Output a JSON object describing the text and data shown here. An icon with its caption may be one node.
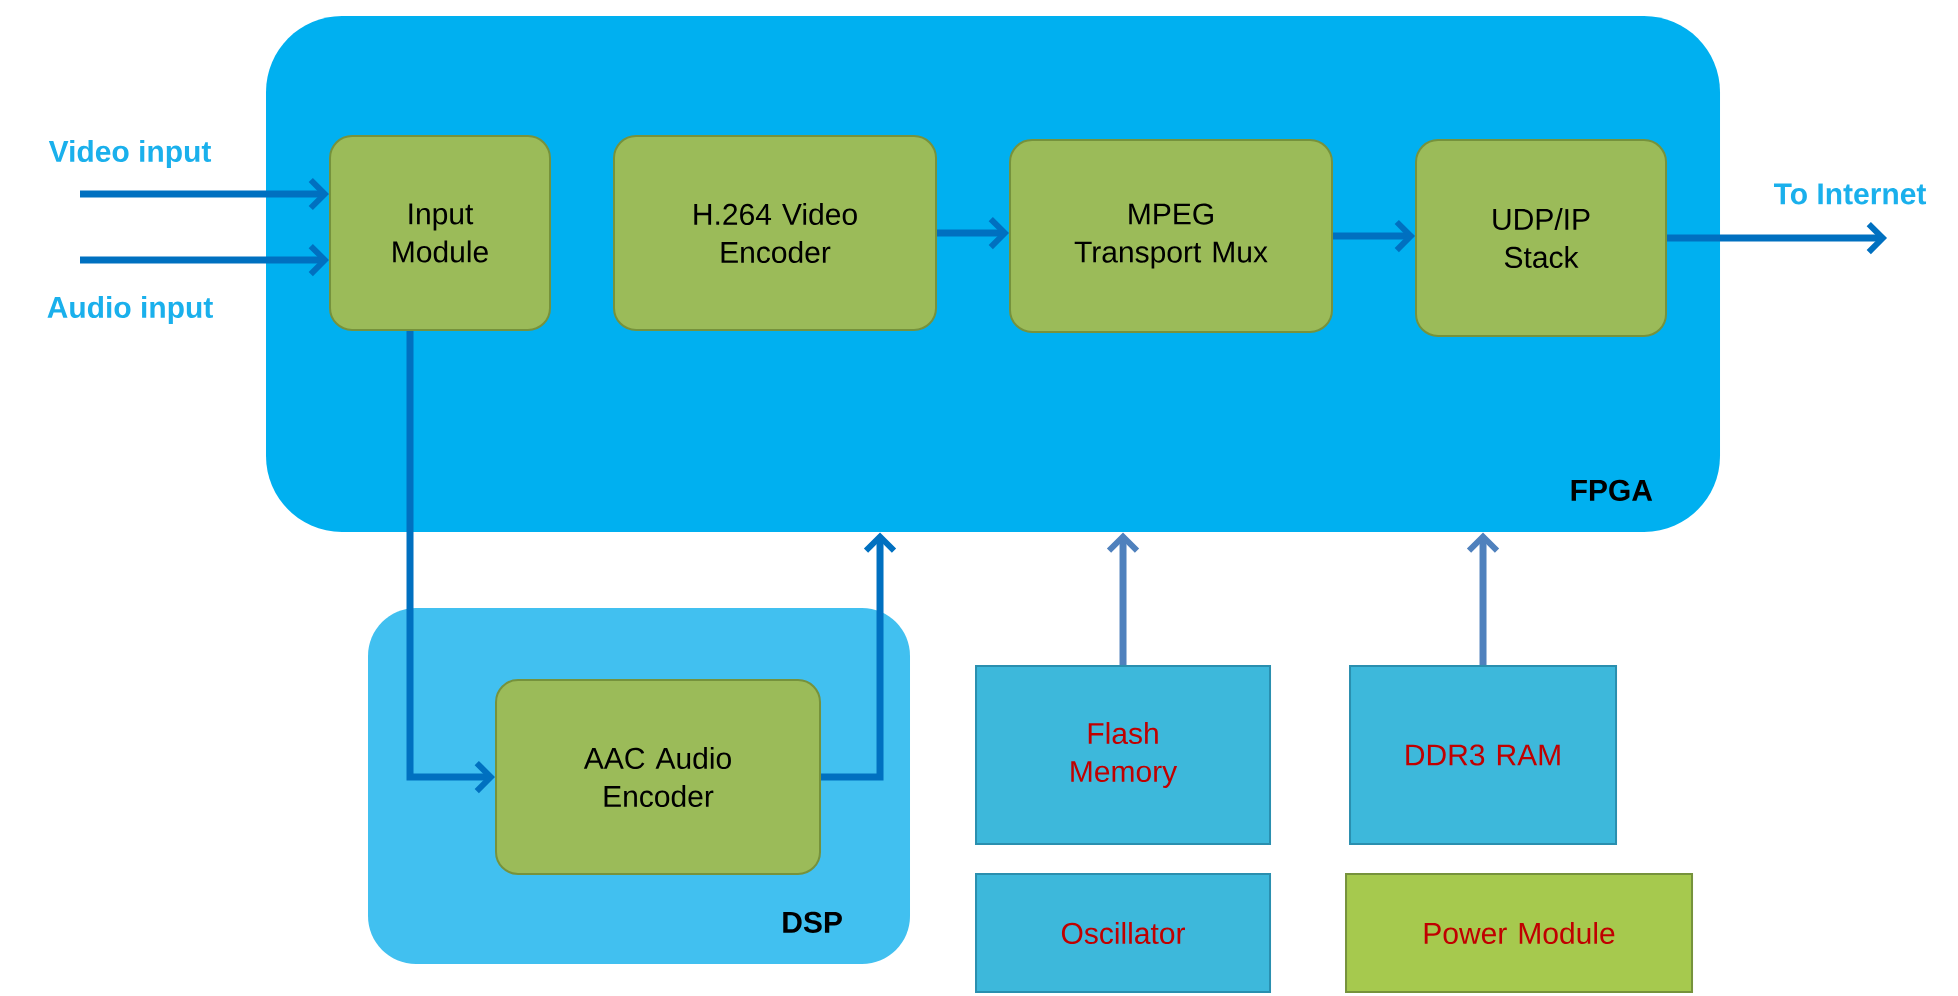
{
  "diagram": {
    "nodes": [
      {
        "text": [
          "FPGA"
        ]
      },
      {
        "text": [
          "Input Module"
        ],
        "in": 0
      },
      {
        "text": [
          "H.264 Video Encoder"
        ],
        "in": 0
      },
      {
        "text": [
          "MPEG Transport Mux"
        ],
        "in": 0
      },
      {
        "text": [
          "UDP/IP Stack"
        ],
        "in": 0
      },
      {
        "text": [
          "DSP"
        ]
      },
      {
        "text": [
          "AAC Audio Encoder"
        ],
        "in": 5
      },
      {
        "text": [
          "Flash Memory"
        ]
      },
      {
        "text": [
          "DDR3 RAM"
        ]
      },
      {
        "text": [
          "Oscillator"
        ]
      },
      {
        "text": [
          "Power Module"
        ]
      }
    ],
    "edges": [
      {
        "from": null,
        "to": 1,
        "arrow": "to",
        "label": "Video input"
      },
      {
        "from": null,
        "to": 1,
        "arrow": "to",
        "label": "Audio input"
      },
      {
        "from": 2,
        "to": 3,
        "arrow": "to"
      },
      {
        "from": 3,
        "to": 4,
        "arrow": "to"
      },
      {
        "from": 4,
        "to": null,
        "arrow": "to",
        "label": "To Internet"
      },
      {
        "from": 1,
        "to": 6,
        "arrow": "to"
      },
      {
        "from": 6,
        "to": 0,
        "arrow": "to"
      },
      {
        "from": 7,
        "to": 0,
        "arrow": "to",
        "color": "#4f81bd"
      },
      {
        "from": 8,
        "to": 0,
        "arrow": "to",
        "color": "#4f81bd"
      }
    ]
  }
}
